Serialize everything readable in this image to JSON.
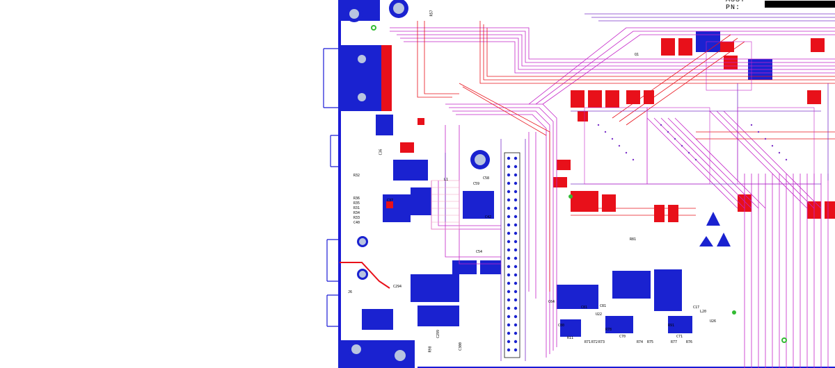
{
  "header": {
    "assy_label": "ASSY PN:"
  },
  "colors": {
    "board": "#ffffff",
    "outline": "#1a1ad6",
    "copper_top": "#e8101a",
    "copper_bottom": "#1a22d0",
    "trace_magenta": "#c424c8",
    "trace_purple": "#7a30c8",
    "drill": "#99aacc",
    "silk": "#111111",
    "silk_yellow": "#e0c000",
    "green": "#33bb33"
  },
  "designators": [
    "R57",
    "R32",
    "R36",
    "R35",
    "R31",
    "R34",
    "R33",
    "C40",
    "L1",
    "C58",
    "C59",
    "C37",
    "C42",
    "C54",
    "J6",
    "C294",
    "C299",
    "R98",
    "C300",
    "C64",
    "C80",
    "C81",
    "C70",
    "C71",
    "R71",
    "R72",
    "R73",
    "R11",
    "R74",
    "R75",
    "R76",
    "R77",
    "R78",
    "R91",
    "U22",
    "C81",
    "C17",
    "L20",
    "U26",
    "R81",
    "Q1",
    "C36"
  ]
}
